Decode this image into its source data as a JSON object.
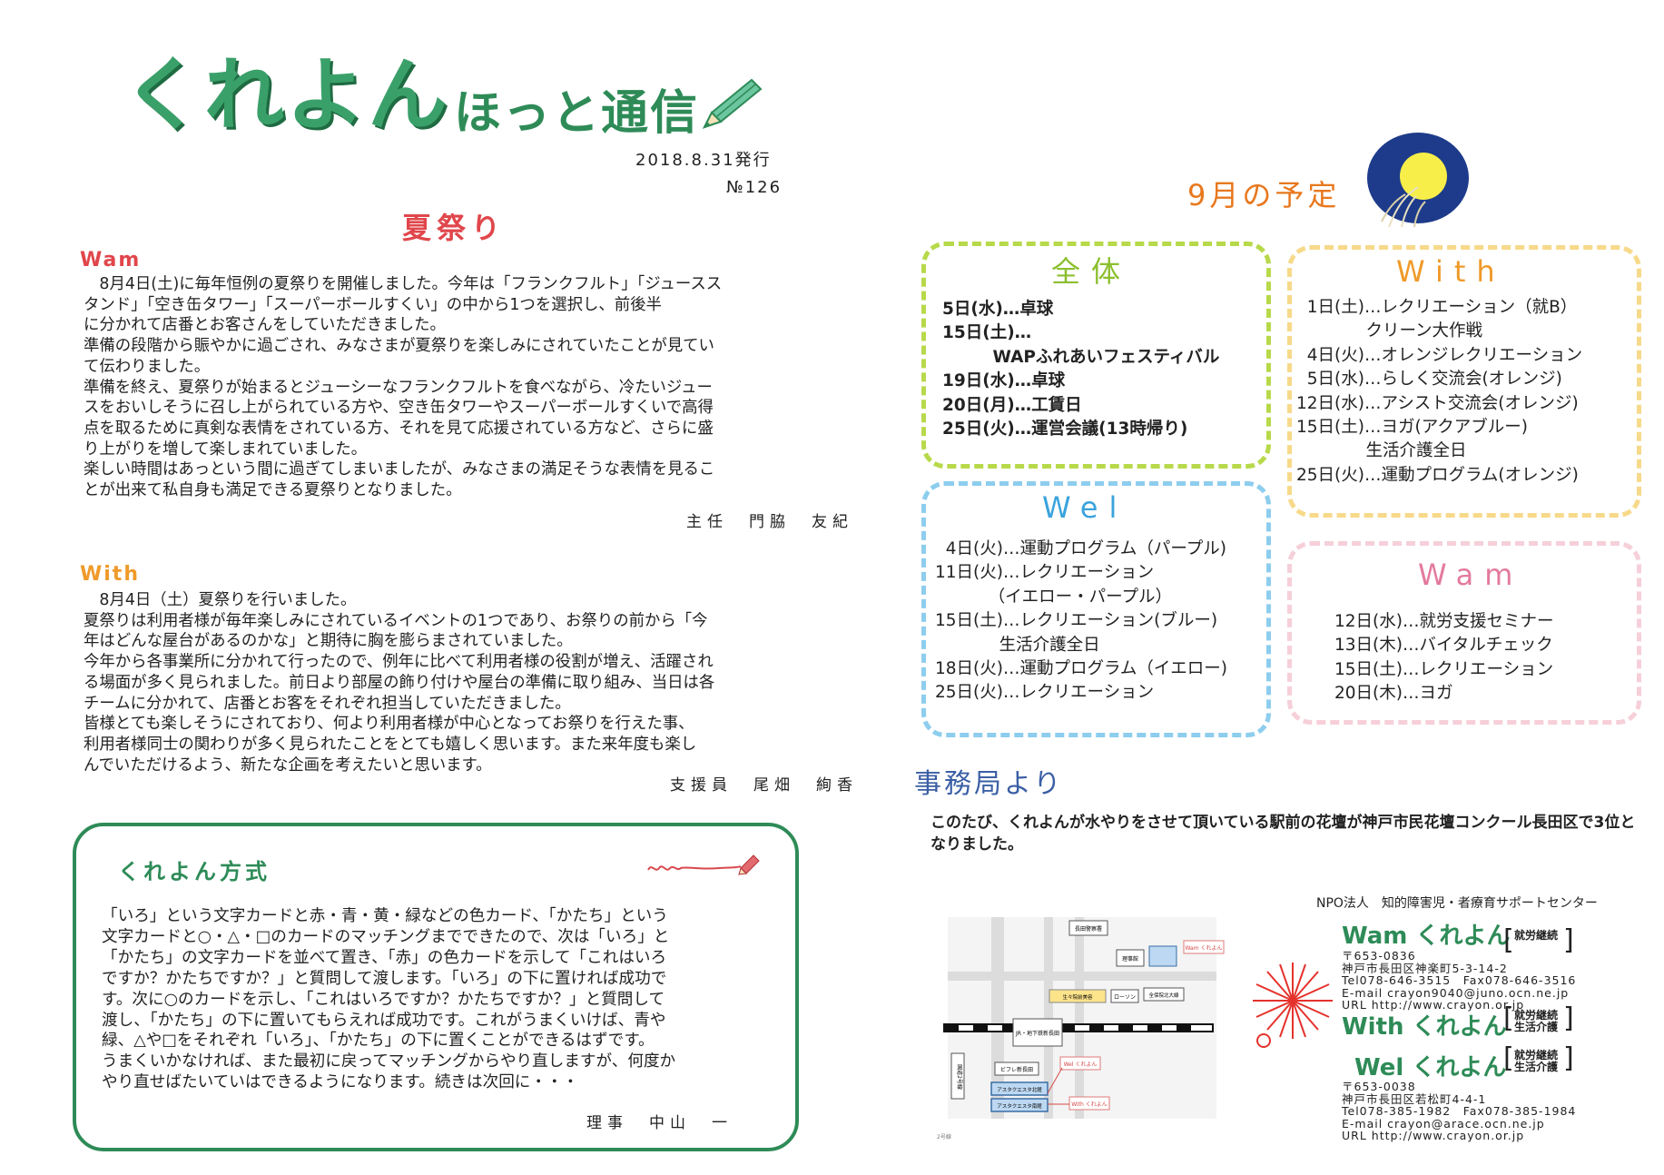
{
  "header": {
    "logo": "くれよん",
    "subtitle": "ほっと通信",
    "issue_date": "2018.8.31発行",
    "issue_no": "№126"
  },
  "article": {
    "title": "夏祭り",
    "wam": {
      "label": "Wam",
      "body": "　8月4日(土)に毎年恒例の夏祭りを開催しました。今年は「フランクフルト」「ジュースス\nタンド」「空き缶タワー」「スーパーボールすくい」の中から1つを選択し、前後半\nに分かれて店番とお客さんをしていただきました。\n準備の段階から賑やかに過ごされ、みなさまが夏祭りを楽しみにされていたことが見てい\nて伝わりました。\n準備を終え、夏祭りが始まるとジューシーなフランクフルトを食べながら、冷たいジュー\nスをおいしそうに召し上がられている方や、空き缶タワーやスーパーボールすくいで高得\n点を取るために真剣な表情をされている方、それを見て応援されている方など、さらに盛\nり上がりを増して楽しまれていました。\n楽しい時間はあっという間に過ぎてしまいましたが、みなさまの満足そうな表情を見るこ\nとが出来て私自身も満足できる夏祭りとなりました。",
      "signature": "主任　門脇　友紀"
    },
    "with": {
      "label": "With",
      "body": "　8月4日（土）夏祭りを行いました。\n夏祭りは利用者様が毎年楽しみにされているイベントの1つであり、お祭りの前から「今\n年はどんな屋台があるのかな」と期待に胸を膨らまされていました。\n今年から各事業所に分かれて行ったので、例年に比べて利用者様の役割が増え、活躍され\nる場面が多く見られました。前日より部屋の飾り付けや屋台の準備に取り組み、当日は各\nチームに分かれて、店番とお客をそれぞれ担当していただきました。\n皆様とても楽しそうにされており、何より利用者様が中心となってお祭りを行えた事、\n利用者様同士の関わりが多く見られたことをとても嬉しく思います。また来年度も楽し\nんでいただけるよう、新たな企画を考えたいと思います。",
      "signature": "支援員　尾畑　絢香"
    }
  },
  "method": {
    "title": "くれよん方式",
    "body": "「いろ」という文字カードと赤・青・黄・緑などの色カード、「かたち」という\n文字カードと○・△・□のカードのマッチングまでできたので、次は「いろ」と\n「かたち」の文字カードを並べて置き、「赤」の色カードを示して「これはいろ\nですか？かたちですか？」と質問して渡します。「いろ」の下に置ければ成功で\nす。次に○のカードを示し、「これはいろですか？かたちですか？」と質問して\n渡し、「かたち」の下に置いてもらえれば成功です。これがうまくいけば、青や\n緑、△や□をそれぞれ「いろ」、「かたち」の下に置くことができるはずです。\nうまくいかなければ、また最初に戻ってマッチングからやり直しますが、何度か\nやり直せばたいていはできるようになります。続きは次回に・・・",
    "signature": "理事　中山　一"
  },
  "schedule": {
    "title": "9月の予定",
    "all": {
      "heading": "全体",
      "events": "5日(水)…卓球\n15日(土)…\n　　　WAPふれあいフェスティバル\n19日(水)…卓球\n20日(月)…工賃日\n25日(火)…運営会議(13時帰り)"
    },
    "with": {
      "heading": "With",
      "events": "  1日(土)…レクリエーション（就B）\n             クリーン大作戦\n  4日(火)…オレンジレクリエーション\n  5日(水)…らしく交流会(オレンジ)\n12日(水)…アシスト交流会(オレンジ)\n15日(土)…ヨガ(アクアブルー)\n             生活介護全日\n25日(火)…運動プログラム(オレンジ)"
    },
    "wel": {
      "heading": "Wel",
      "events": "  4日(火)…運動プログラム（パープル)\n11日(火)…レクリエーション\n          （イエロー・パープル）\n15日(土)…レクリエーション(ブルー)\n            生活介護全日\n18日(火)…運動プログラム（イエロー)\n25日(火)…レクリエーション"
    },
    "wam": {
      "heading": "Wam",
      "events": "12日(水)…就労支援セミナー\n13日(木)…バイタルチェック\n15日(土)…レクリエーション\n20日(木)…ヨガ"
    }
  },
  "office": {
    "title": "事務局より",
    "body": "このたび、くれよんが水やりをさせて頂いている駅前の花壇が神戸市民花壇コンクール長田区で3位となりました。"
  },
  "map": {
    "labels": {
      "b1": "長田警察署",
      "b2": "理事館",
      "b3": "Wam くれよん",
      "b4": "生々院前美容",
      "b5": "ローソン",
      "b6": "全保院北大線",
      "station": "JR・地下鉄新長田",
      "b7": "ビフレ新長田",
      "b8": "アスタクエスタ北館",
      "b9": "アスタクエスタ南館",
      "b10": "Wel くれよん",
      "b11": "With くれよん",
      "road": "国道2号線",
      "footer": "2号線"
    }
  },
  "org": {
    "name": "NPO法人　知的障害児・者療育サポートセンター",
    "wam_brand": "Wam くれよん",
    "wam_kind": "就労継続",
    "wam_addr": "〒653-0836\n神戸市長田区神楽町5-3-14-2\nTel078-646-3515　Fax078-646-3516\nE-mail crayon9040@juno.ocn.ne.jp\nURL http://www.crayon.or.jp",
    "with_brand": "With くれよん",
    "with_kind": "就労継続\n生活介護",
    "wel_brand": "Wel くれよん",
    "wel_kind": "就労継続\n生活介護",
    "wel_addr": "〒653-0038\n神戸市長田区若松町4-4-1\nTel078-385-1982　Fax078-385-1984\nE-mail crayon@arace.ocn.ne.jp\nURL http://www.crayon.or.jp"
  },
  "colors": {
    "brand_green": "#2e8b57",
    "festival_red": "#e0464b",
    "with_orange": "#ef9a2a",
    "all_green": "#b7d94a",
    "wel_blue": "#3aa3dd",
    "wam_pink": "#e37a9d",
    "office_blue": "#3b5fa5"
  }
}
